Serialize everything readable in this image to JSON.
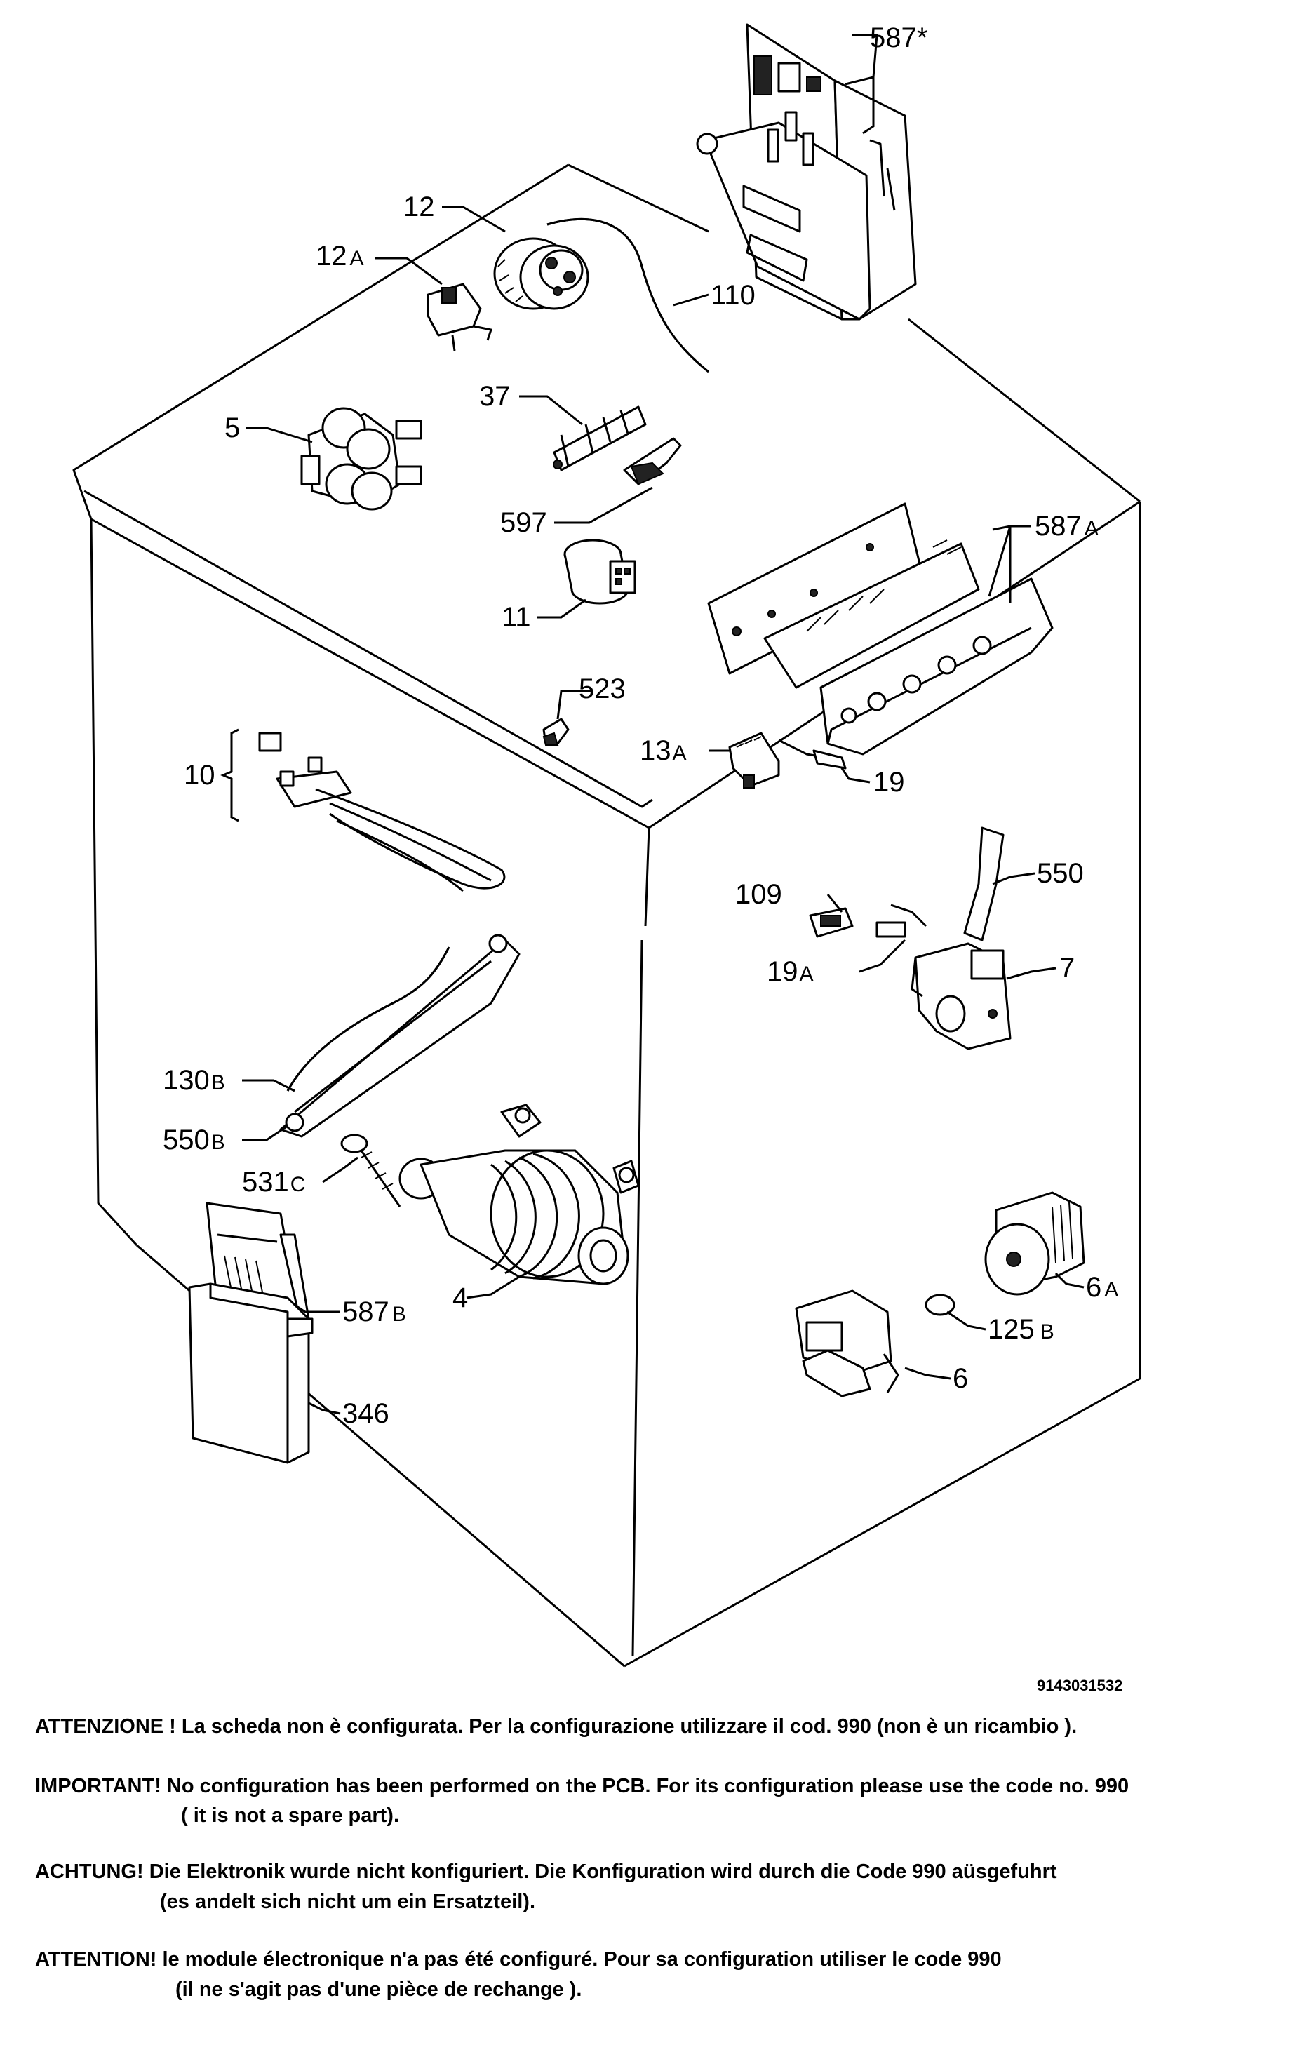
{
  "labels": {
    "l587star": "587",
    "l587star_sfx": "*",
    "l12": "12",
    "l12a": "12",
    "l12a_sfx": "A",
    "l110": "110",
    "l37": "37",
    "l5": "5",
    "l597": "597",
    "l587a": "587",
    "l587a_sfx": "A",
    "l11": "11",
    "l523": "523",
    "l13a": "13",
    "l13a_sfx": "A",
    "l10": "10",
    "l19": "19",
    "l109": "109",
    "l550": "550",
    "l19a": "19",
    "l19a_sfx": "A",
    "l7": "7",
    "l130b": "130",
    "l130b_sfx": "B",
    "l550b": "550",
    "l550b_sfx": "B",
    "l531c": "531",
    "l531c_sfx": "C",
    "l4": "4",
    "l587b": "587",
    "l587b_sfx": "B",
    "l346": "346",
    "l6a": "6",
    "l6a_sfx": "A",
    "l125b": "125",
    "l125b_sfx": "B",
    "l6": "6"
  },
  "code": "9143031532",
  "notes": {
    "it": "ATTENZIONE ! La scheda non è  configurata. Per la configurazione utilizzare il cod. 990 (non è un ricambio ).",
    "en_1": "IMPORTANT! No configuration has been performed on the PCB. For its configuration please use the code no. 990",
    "en_2": "( it is not a spare part).",
    "de_1": "ACHTUNG! Die Elektronik wurde nicht konfiguriert. Die Konfiguration wird durch die Code 990 aüsgefuhrt",
    "de_2": "(es andelt sich nicht um ein Ersatzteil).",
    "fr_1": "ATTENTION! le module électronique n'a pas été configuré. Pour  sa configuration utiliser le code 990",
    "fr_2": "(il ne s'agit pas d'une pièce de rechange )."
  }
}
